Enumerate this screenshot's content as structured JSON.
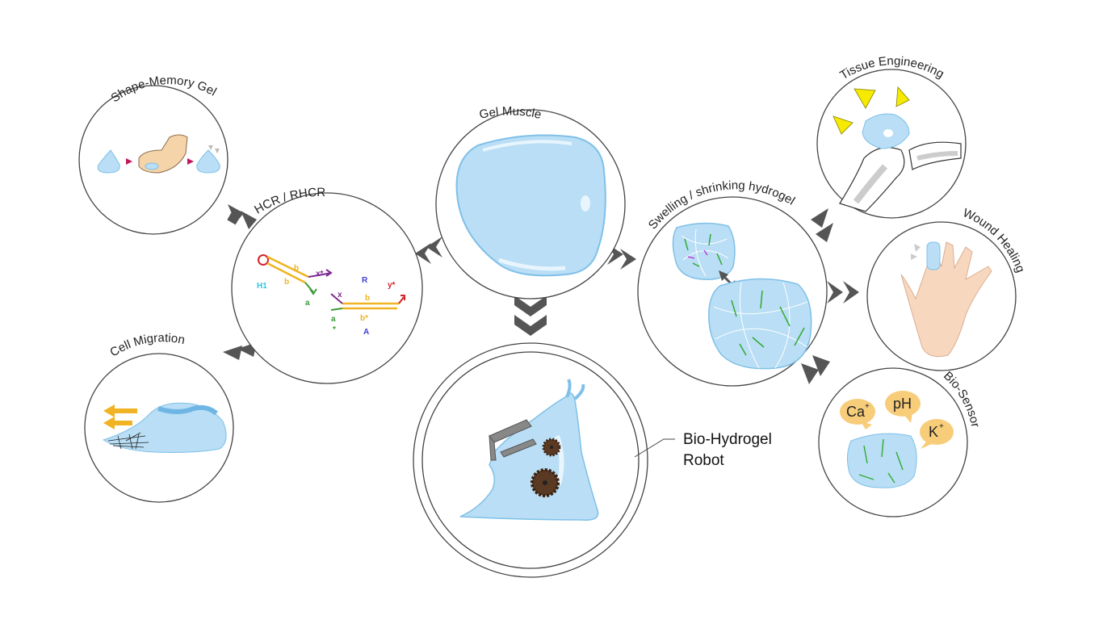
{
  "nodes": {
    "gel_muscle": "Gel Muscle",
    "hcr": "HCR / RHCR",
    "swelling": "Swelling / shrinking hydrogel",
    "shape_memory": "Shape-Memory Gel",
    "cell_migration": "Cell Migration",
    "tissue_engineering": "Tissue Engineering",
    "wound_healing": "Wound Healing",
    "bio_sensor": "Bio-Sensor",
    "robot_line1": "Bio-Hydrogel",
    "robot_line2": "Robot"
  },
  "dna_labels": {
    "h1": "H1",
    "b1": "b",
    "b2": "b",
    "a1": "a",
    "x_star": "x*",
    "x": "x",
    "r": "R",
    "y_star": "y*",
    "b3": "b",
    "b_star": "b*",
    "a2": "a",
    "star": "*",
    "A": "A"
  },
  "ions": {
    "ca": "Ca",
    "ca_sup": "+",
    "ph": "pH",
    "k": "K",
    "k_sup": "+"
  },
  "colors": {
    "gel_fill": "#b9def5",
    "gel_edge": "#7fc0e8",
    "arrow": "#555555",
    "fiber": "#33aa33",
    "warning_yellow": "#f5ea00",
    "bubble": "#f7cd7a"
  }
}
